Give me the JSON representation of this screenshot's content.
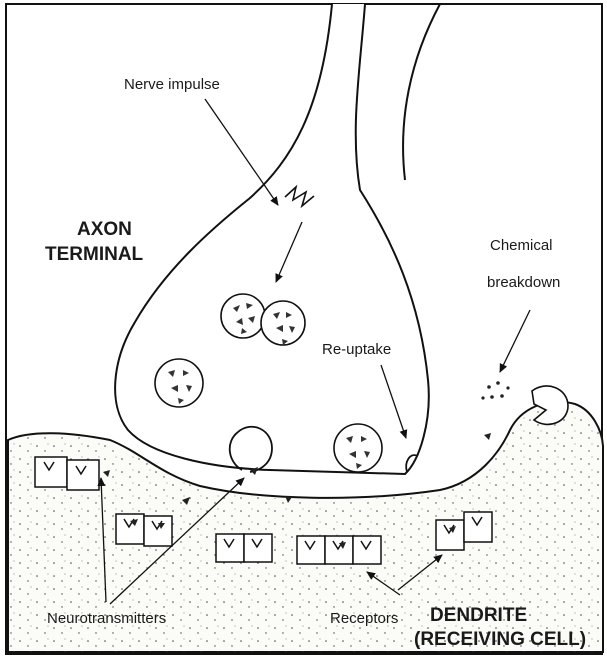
{
  "labels": {
    "nerve_impulse": "Nerve impulse",
    "axon_line1": "AXON",
    "axon_line2": "TERMINAL",
    "chemical_line1": "Chemical",
    "chemical_line2": "breakdown",
    "reuptake": "Re-uptake",
    "neurotransmitters": "Neurotransmitters",
    "receptors": "Receptors",
    "dendrite_line1": "DENDRITE",
    "dendrite_line2": "(RECEIVING CELL)"
  },
  "colors": {
    "line": "#111111",
    "dendrite_fill": "#fbfbf7",
    "background": "#ffffff"
  }
}
